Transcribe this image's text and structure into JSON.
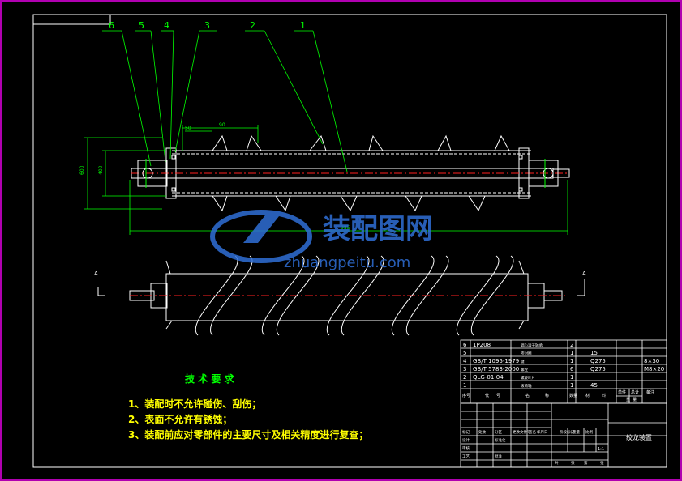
{
  "drawing": {
    "balloons": [
      "6",
      "5",
      "4",
      "3",
      "2",
      "1"
    ],
    "dimensions": {
      "length": "985",
      "outer_dia": "600",
      "inner_dia": "400",
      "short_a": "90",
      "short_b": "50"
    },
    "section_markers": [
      "A",
      "A"
    ]
  },
  "watermark": {
    "cn": "装配图网",
    "en": "zhuangpeitu.com"
  },
  "notes": {
    "title": "技 术 要 求",
    "items": [
      "1、装配时不允许碰伤、刮伤；",
      "2、表面不允许有锈蚀；",
      "3、装配前应对零部件的主要尺寸及相关精度进行复查；"
    ]
  },
  "bom": {
    "rows": [
      {
        "no": "6",
        "code": "1P208",
        "name": "调心滚子轴承",
        "qty": "2",
        "material": "",
        "note": ""
      },
      {
        "no": "5",
        "code": "",
        "name": "密封圈",
        "qty": "1",
        "material": "15",
        "note": ""
      },
      {
        "no": "4",
        "code": "GB/T 1095-1979",
        "name": "键",
        "qty": "1",
        "material": "Q275",
        "note": "8×30"
      },
      {
        "no": "3",
        "code": "GB/T 5783-2000",
        "name": "螺栓",
        "qty": "6",
        "material": "Q275",
        "note": "M8×20"
      },
      {
        "no": "2",
        "code": "QLG-01-04",
        "name": "螺旋叶片",
        "qty": "1",
        "material": "",
        "note": ""
      },
      {
        "no": "1",
        "code": "",
        "name": "滚筒轴",
        "qty": "1",
        "material": "45",
        "note": ""
      }
    ],
    "header": [
      "序号",
      "代",
      "号",
      "名",
      "称",
      "数量",
      "材",
      "料",
      "单件",
      "总计",
      "备注"
    ],
    "header_sub": [
      "重",
      "量"
    ]
  },
  "title_block": {
    "drawing_name": "绞龙装置",
    "labels": [
      "标记",
      "处数",
      "分区",
      "更改文件号",
      "签名",
      "年月日",
      "设计",
      "标准化",
      "审核",
      "工艺",
      "批准",
      "阶段标记",
      "重量",
      "比例",
      "共",
      "张",
      "第",
      "张"
    ],
    "scale": "1:1"
  },
  "colors": {
    "background": "#000000",
    "frame": "#ffffff",
    "leader": "#00ff00",
    "centerline": "#ff2020",
    "note_title": "#00ff00",
    "note_text": "#ffff00",
    "watermark": "#2f6fd6",
    "outer_border": "#b000b0"
  }
}
